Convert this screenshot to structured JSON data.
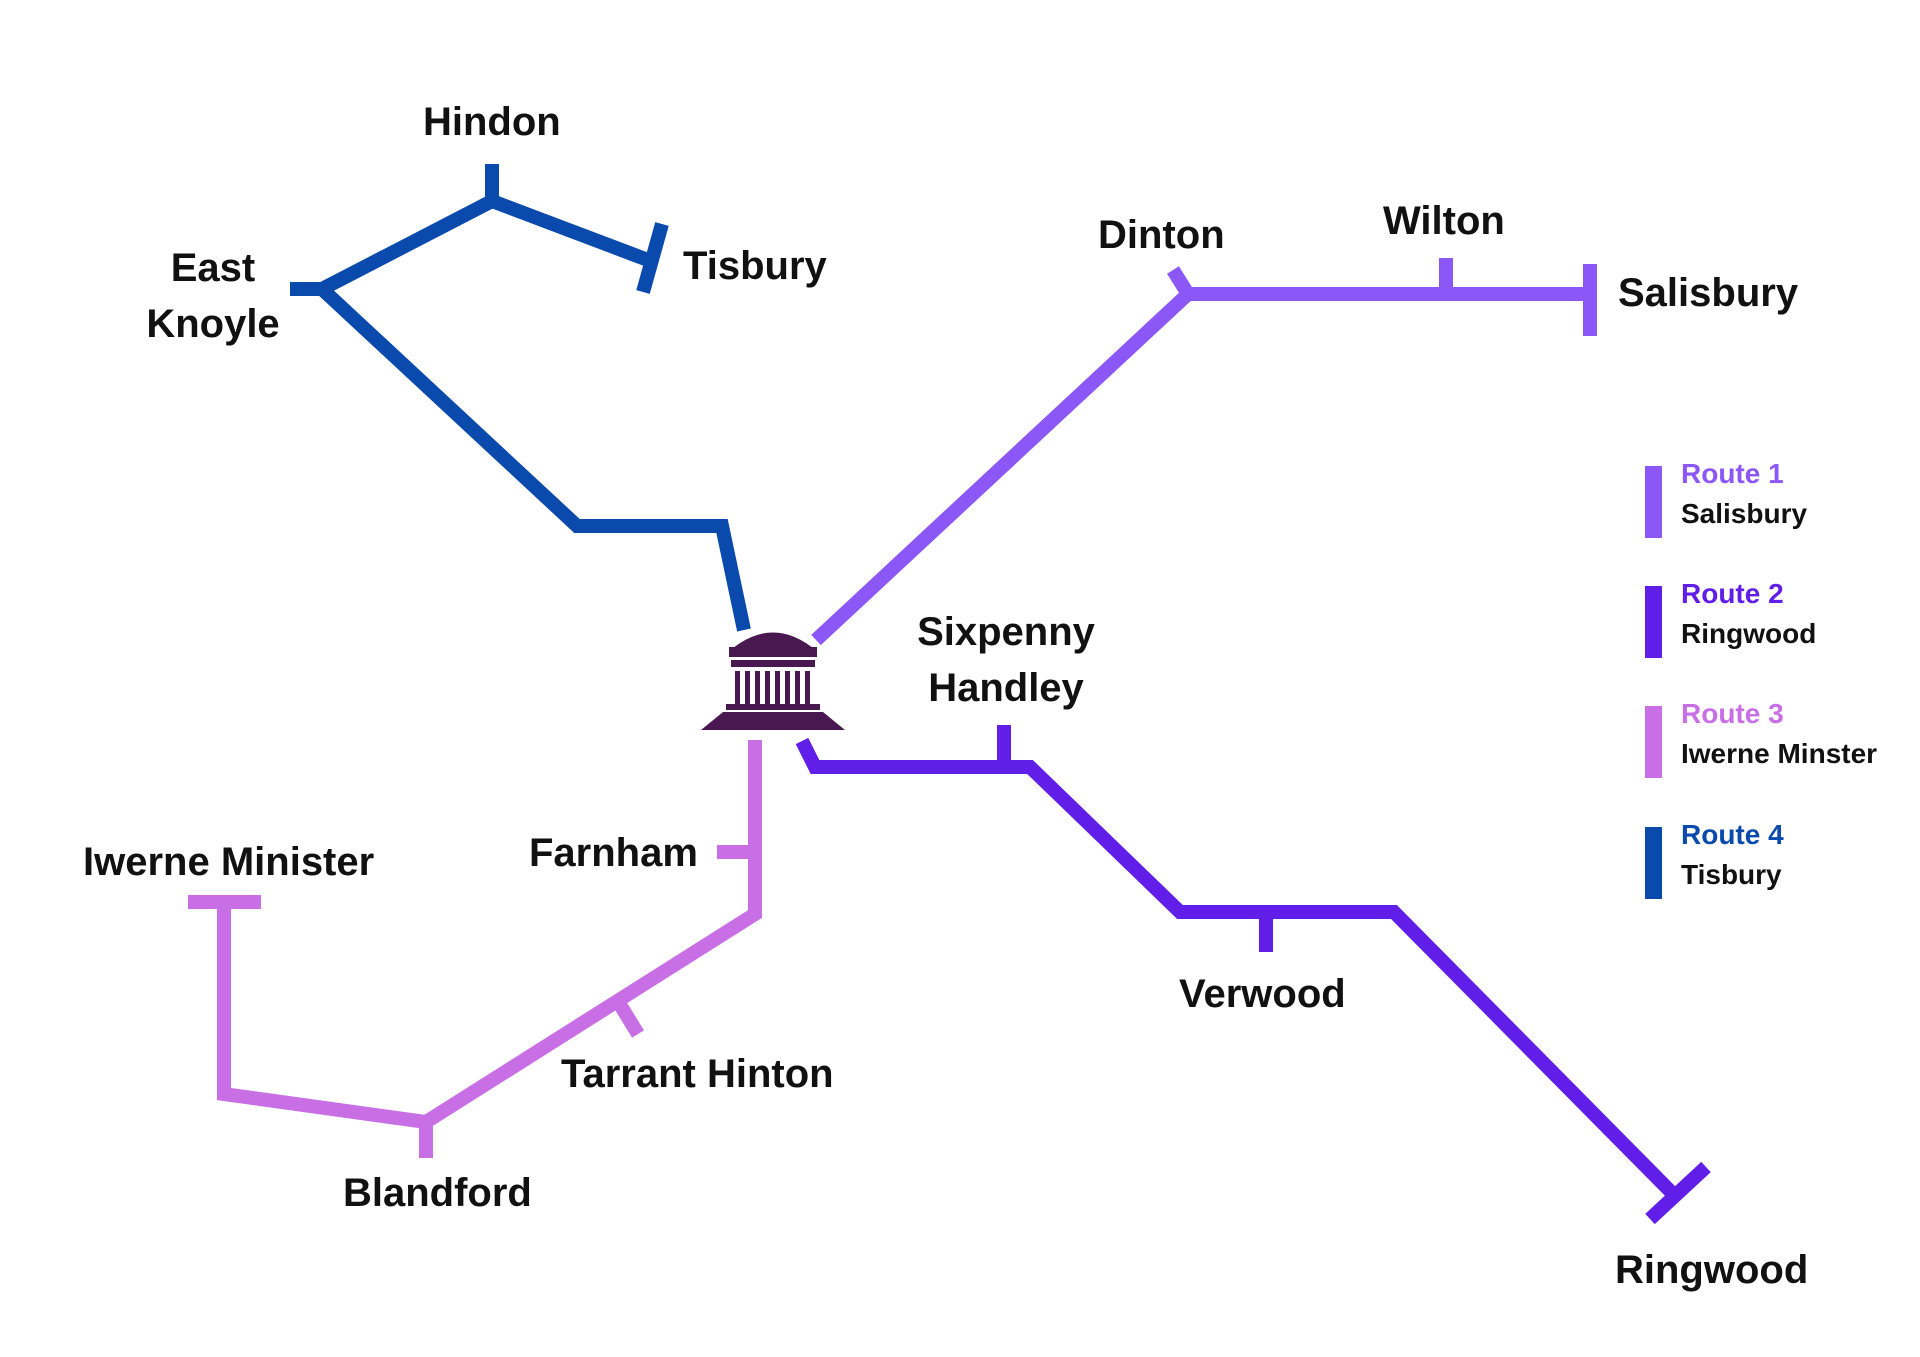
{
  "colors": {
    "route1": "#8b57f7",
    "route2": "#601ee8",
    "route3": "#c86fe6",
    "route4": "#0b4aad",
    "hub": "#4a1850"
  },
  "hub": {
    "icon": "building-icon"
  },
  "places": {
    "hindon": "Hindon",
    "tisbury": "Tisbury",
    "east_knoyle": [
      "East",
      "Knoyle"
    ],
    "dinton": "Dinton",
    "wilton": "Wilton",
    "salisbury": "Salisbury",
    "sixpenny_handley": [
      "Sixpenny",
      "Handley"
    ],
    "farnham": "Farnham",
    "iwerne_minister": "Iwerne Minister",
    "tarrant_hinton": "Tarrant Hinton",
    "blandford": "Blandford",
    "verwood": "Verwood",
    "ringwood": "Ringwood"
  },
  "legend": [
    {
      "route": "Route 1",
      "destination": "Salisbury"
    },
    {
      "route": "Route 2",
      "destination": "Ringwood"
    },
    {
      "route": "Route 3",
      "destination": "Iwerne Minster"
    },
    {
      "route": "Route 4",
      "destination": "Tisbury"
    }
  ]
}
